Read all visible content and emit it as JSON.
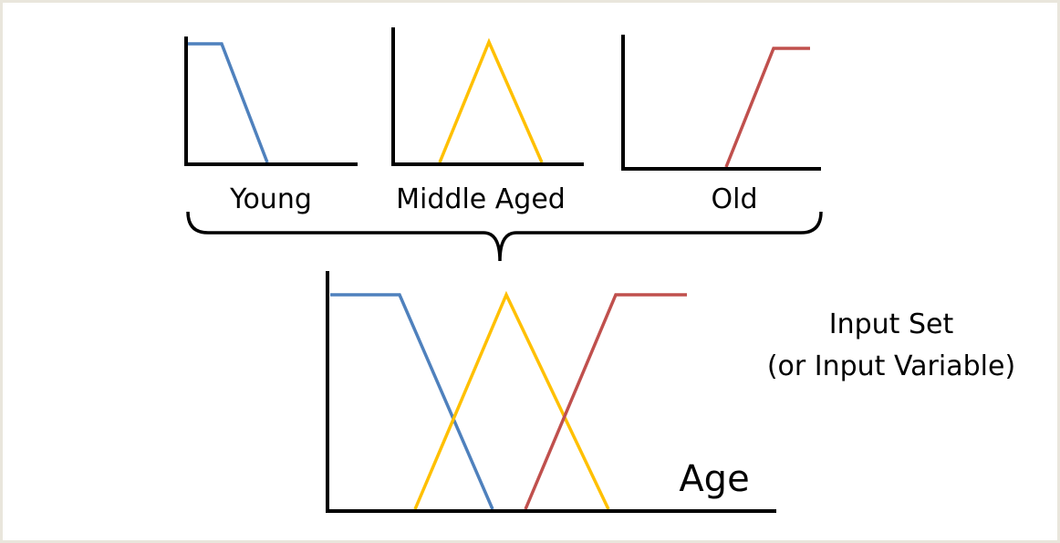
{
  "colors": {
    "young": "#4f81bd",
    "middle_aged": "#ffc000",
    "old": "#c0504d",
    "axis": "#000000",
    "frame_border": "#e9e6dc"
  },
  "sets": {
    "young": "Young",
    "middle_aged": "Middle Aged",
    "old": "Old"
  },
  "combined": {
    "axis_label": "Age",
    "caption_line1": "Input Set",
    "caption_line2": "(or Input Variable)"
  }
}
